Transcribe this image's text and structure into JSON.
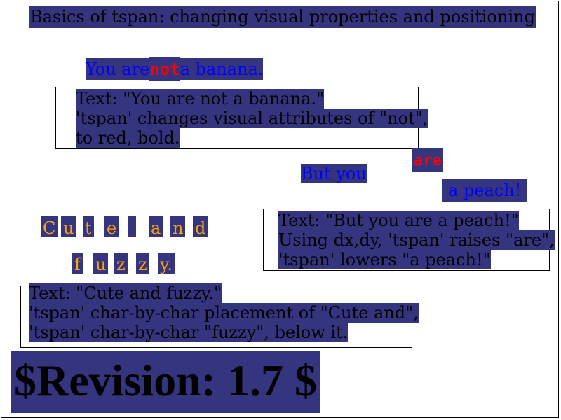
{
  "title": "Basics of tspan: changing visual properties and positioning",
  "example1": {
    "line_before": "You are",
    "line_emph": "not",
    "line_after": "a banana.",
    "desc": [
      "Text: \"You are not a banana.\"",
      "'tspan' changes visual attributes of \"not\",",
      "to red, bold."
    ]
  },
  "example2": {
    "but_you": "But you",
    "are": "are",
    "a_peach": "a peach!",
    "desc": [
      "Text: \"But you are a peach!\"",
      "Using dx,dy, 'tspan' raises \"are\",",
      "'tspan' lowers \"a peach!\""
    ]
  },
  "example3": {
    "row1": [
      "C",
      "u",
      "t",
      "e",
      "",
      "a",
      "n",
      "d"
    ],
    "row2": [
      "f",
      "u",
      "z",
      "z",
      "y."
    ],
    "desc": [
      "Text: \"Cute and fuzzy.\"",
      "'tspan' char-by-char placement of \"Cute and\",",
      "'tspan' char-by-char \"fuzzy\", below it."
    ]
  },
  "revision": "$Revision: 1.7 $",
  "colors": {
    "highlight": "#34347f",
    "blue_text": "#0000ff",
    "red_text": "#ff0000",
    "orange_text": "#ffa500"
  }
}
